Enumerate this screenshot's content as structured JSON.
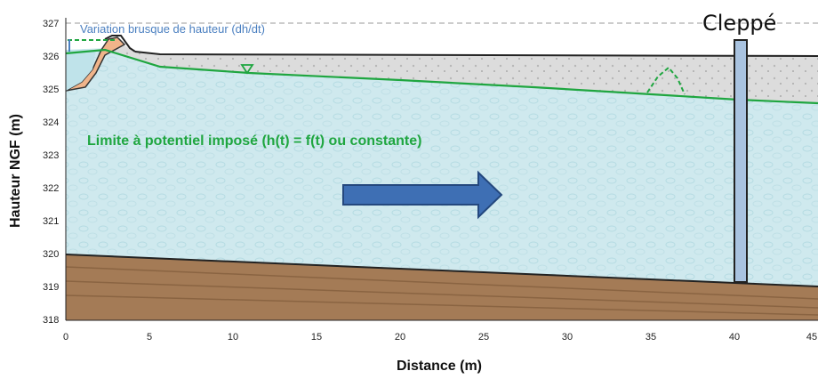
{
  "diagram": {
    "y_axis_label": "Hauteur NGF (m)",
    "x_axis_label": "Distance (m)",
    "y_ticks": [
      "327",
      "326",
      "325",
      "324",
      "323",
      "322",
      "321",
      "320",
      "319",
      "318"
    ],
    "x_ticks": [
      "0",
      "5",
      "10",
      "15",
      "20",
      "25",
      "30",
      "35",
      "40",
      "45"
    ],
    "annotation_variation": "Variation brusque de hauteur (dh/dt)",
    "annotation_limit": "Limite à potentiel imposé (h(t) = f(t) ou constante)",
    "well_label": "Cleppé",
    "flow_arrow": "right-arrow",
    "water_table_marker": "triangle-down-icon",
    "colors": {
      "aquifer": "#cfe9ee",
      "unsaturated": "#dcdcdc",
      "substratum": "#a47b56",
      "water_line": "#1fa640",
      "arrow": "#3e6fb4",
      "well": "#a9c3e0",
      "bank": "#f0b48a"
    }
  }
}
